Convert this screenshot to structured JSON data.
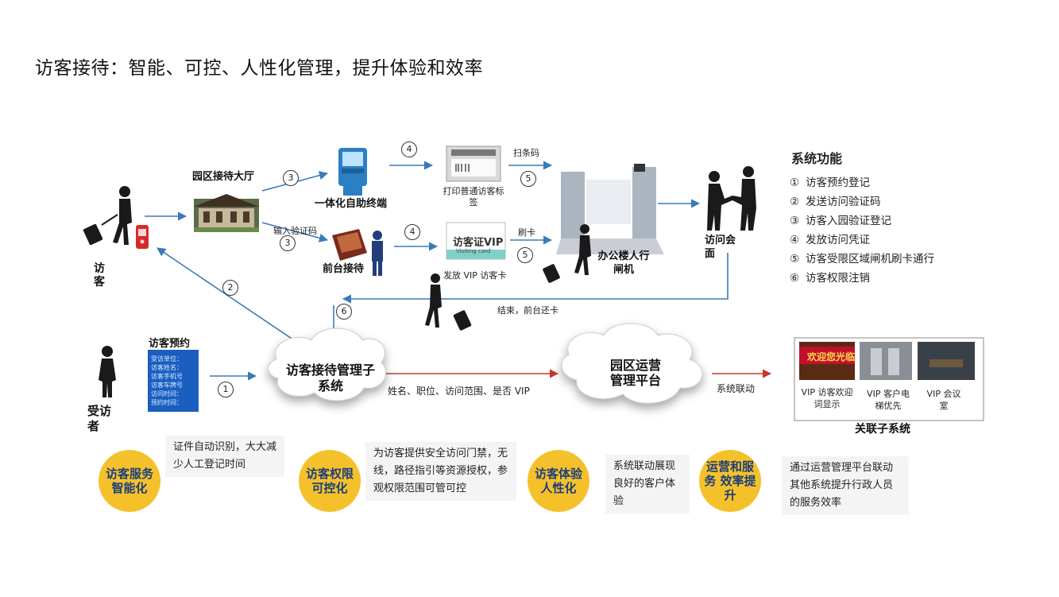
{
  "title": "访客接待：智能、可控、人性化管理，提升体验和效率",
  "nodes": {
    "visitor": "访客",
    "reception_hall": "园区接待大厅",
    "kiosk": "一体化自助终端",
    "front_desk": "前台接待",
    "office_gate": "办公楼人行闸机",
    "meeting": "访问会面",
    "host": "受访者",
    "booking": "访客预约",
    "booking_form": [
      "受访单位：",
      "访客姓名：",
      "访客手机号",
      "访客车牌号",
      "访问时间：",
      "预约时间："
    ],
    "subsystem": "访客接待管理子系统",
    "platform": "园区运营管理平台",
    "related": "关联子系统"
  },
  "edge_labels": {
    "sms_code": "输入验证码",
    "print_label": "打印普通访客标签",
    "scan_code": "扫条码",
    "vip_card": "发放 VIP 访客卡",
    "swipe": "刷卡",
    "return_card": "结束，前台还卡",
    "info": "姓名、职位、访问范围、是否 VIP",
    "link": "系统联动"
  },
  "card_label": "访客证VIP",
  "card_sub": "Visiting card",
  "steps": [
    "1",
    "2",
    "3",
    "3",
    "4",
    "4",
    "5",
    "5",
    "6"
  ],
  "functions": {
    "title": "系统功能",
    "items": [
      {
        "mark": "①",
        "text": "访客预约登记"
      },
      {
        "mark": "②",
        "text": "发送访问验证码"
      },
      {
        "mark": "③",
        "text": "访客入园验证登记"
      },
      {
        "mark": "④",
        "text": "发放访问凭证"
      },
      {
        "mark": "⑤",
        "text": "访客受限区域闸机刷卡通行"
      },
      {
        "mark": "⑥",
        "text": "访客权限注销"
      }
    ]
  },
  "vip": {
    "banner": "欢迎您光临",
    "captions": [
      "VIP 访客欢迎词显示",
      "VIP 客户电梯优先",
      "VIP 会议室"
    ]
  },
  "features": [
    {
      "badge": "访客服务 智能化",
      "desc": "证件自动识别，大大减少人工登记时间"
    },
    {
      "badge": "访客权限可控化",
      "desc": "为访客提供安全访问门禁，无线，路径指引等资源授权，参观权限范围可管可控"
    },
    {
      "badge": "访客体验人性化",
      "desc": "系统联动展现良好的客户体验"
    },
    {
      "badge": "运营和服务 效率提升",
      "desc": "通过运营管理平台联动其他系统提升行政人员的服务效率"
    }
  ],
  "colors": {
    "arrow": "#3a7ab8",
    "red_arrow": "#c0392b",
    "badge": "#f5c12b",
    "badge_text": "#1a3d7c"
  }
}
